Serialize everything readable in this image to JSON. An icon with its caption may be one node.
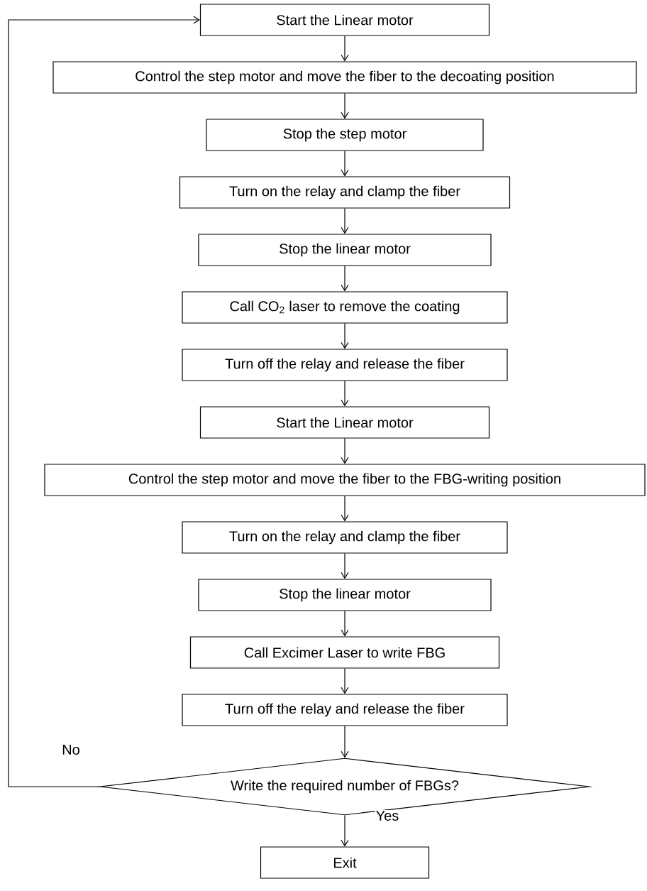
{
  "diagram": {
    "nodes": [
      {
        "text": [
          "Start the Linear motor"
        ]
      },
      {
        "text": [
          "Control the step motor and move the fiber to the decoating position"
        ]
      },
      {
        "text": [
          "Stop the step motor"
        ]
      },
      {
        "text": [
          "Turn on  the relay and clamp the fiber"
        ]
      },
      {
        "text": [
          "Stop the linear motor"
        ]
      },
      {
        "text": [
          "Call CO$_{2}$ laser to  remove the coating"
        ]
      },
      {
        "text": [
          "Turn off the relay and release the fiber"
        ]
      },
      {
        "text": [
          "Start the Linear motor"
        ]
      },
      {
        "text": [
          "Control the step motor and move the fiber to the FBG-writing position"
        ]
      },
      {
        "text": [
          "Turn on  the relay and clamp the fiber"
        ]
      },
      {
        "text": [
          "Stop the linear motor"
        ]
      },
      {
        "text": [
          "Call Excimer Laser to write FBG"
        ]
      },
      {
        "text": [
          "Turn off the relay and release the fiber"
        ]
      },
      {
        "text": [
          "Write the required number of  FBGs?"
        ]
      },
      {
        "text": [
          "Exit"
        ]
      }
    ],
    "edges": [
      {
        "from": 0,
        "to": 1,
        "arrow": "to"
      },
      {
        "from": 1,
        "to": 2,
        "arrow": "to"
      },
      {
        "from": 2,
        "to": 3,
        "arrow": "to"
      },
      {
        "from": 3,
        "to": 4,
        "arrow": "to"
      },
      {
        "from": 4,
        "to": 5,
        "arrow": "to"
      },
      {
        "from": 5,
        "to": 6,
        "arrow": "to"
      },
      {
        "from": 6,
        "to": 7,
        "arrow": "to"
      },
      {
        "from": 7,
        "to": 8,
        "arrow": "to"
      },
      {
        "from": 8,
        "to": 9,
        "arrow": "to"
      },
      {
        "from": 9,
        "to": 10,
        "arrow": "to"
      },
      {
        "from": 10,
        "to": 11,
        "arrow": "to"
      },
      {
        "from": 11,
        "to": 12,
        "arrow": "to"
      },
      {
        "from": 12,
        "to": 13,
        "arrow": "to"
      },
      {
        "from": 13,
        "to": 14,
        "arrow": "to",
        "label": "Yes"
      },
      {
        "from": 13,
        "to": 0,
        "arrow": "to",
        "label": "No"
      }
    ]
  }
}
